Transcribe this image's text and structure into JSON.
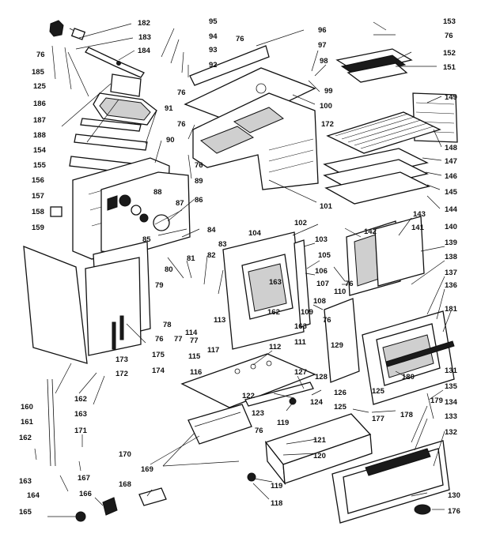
{
  "diagram": {
    "type": "exploded-parts-view",
    "callouts": [
      {
        "id": "c182",
        "label": "182"
      },
      {
        "id": "c183",
        "label": "183"
      },
      {
        "id": "c184",
        "label": "184"
      },
      {
        "id": "c76a",
        "label": "76"
      },
      {
        "id": "c185",
        "label": "185"
      },
      {
        "id": "c125a",
        "label": "125"
      },
      {
        "id": "c186",
        "label": "186"
      },
      {
        "id": "c187",
        "label": "187"
      },
      {
        "id": "c188",
        "label": "188"
      },
      {
        "id": "c154",
        "label": "154"
      },
      {
        "id": "c155",
        "label": "155"
      },
      {
        "id": "c156",
        "label": "156"
      },
      {
        "id": "c157",
        "label": "157"
      },
      {
        "id": "c158",
        "label": "158"
      },
      {
        "id": "c159",
        "label": "159"
      },
      {
        "id": "c95",
        "label": "95"
      },
      {
        "id": "c94",
        "label": "94"
      },
      {
        "id": "c93",
        "label": "93"
      },
      {
        "id": "c92",
        "label": "92"
      },
      {
        "id": "c76b",
        "label": "76"
      },
      {
        "id": "c96",
        "label": "96"
      },
      {
        "id": "c97",
        "label": "97"
      },
      {
        "id": "c98",
        "label": "98"
      },
      {
        "id": "c99",
        "label": "99"
      },
      {
        "id": "c100",
        "label": "100"
      },
      {
        "id": "c172a",
        "label": "172"
      },
      {
        "id": "c91",
        "label": "91"
      },
      {
        "id": "c76c",
        "label": "76"
      },
      {
        "id": "c76d",
        "label": "76"
      },
      {
        "id": "c90",
        "label": "90"
      },
      {
        "id": "c76e",
        "label": "76"
      },
      {
        "id": "c89",
        "label": "89"
      },
      {
        "id": "c88",
        "label": "88"
      },
      {
        "id": "c87",
        "label": "87"
      },
      {
        "id": "c86",
        "label": "86"
      },
      {
        "id": "c85",
        "label": "85"
      },
      {
        "id": "c84",
        "label": "84"
      },
      {
        "id": "c101",
        "label": "101"
      },
      {
        "id": "c153",
        "label": "153"
      },
      {
        "id": "c76f",
        "label": "76"
      },
      {
        "id": "c152",
        "label": "152"
      },
      {
        "id": "c151",
        "label": "151"
      },
      {
        "id": "c149",
        "label": "149"
      },
      {
        "id": "c148",
        "label": "148"
      },
      {
        "id": "c147",
        "label": "147"
      },
      {
        "id": "c146",
        "label": "146"
      },
      {
        "id": "c145",
        "label": "145"
      },
      {
        "id": "c144",
        "label": "144"
      },
      {
        "id": "c143",
        "label": "143"
      },
      {
        "id": "c142",
        "label": "142"
      },
      {
        "id": "c141",
        "label": "141"
      },
      {
        "id": "c140",
        "label": "140"
      },
      {
        "id": "c139",
        "label": "139"
      },
      {
        "id": "c138",
        "label": "138"
      },
      {
        "id": "c137",
        "label": "137"
      },
      {
        "id": "c136",
        "label": "136"
      },
      {
        "id": "c181",
        "label": "181"
      },
      {
        "id": "c102",
        "label": "102"
      },
      {
        "id": "c104",
        "label": "104"
      },
      {
        "id": "c103",
        "label": "103"
      },
      {
        "id": "c105",
        "label": "105"
      },
      {
        "id": "c106",
        "label": "106"
      },
      {
        "id": "c163a",
        "label": "163"
      },
      {
        "id": "c107",
        "label": "107"
      },
      {
        "id": "c108",
        "label": "108"
      },
      {
        "id": "c110",
        "label": "110"
      },
      {
        "id": "c109",
        "label": "109"
      },
      {
        "id": "c76g",
        "label": "76"
      },
      {
        "id": "c76h",
        "label": "76"
      },
      {
        "id": "c162a",
        "label": "162"
      },
      {
        "id": "c163b",
        "label": "163"
      },
      {
        "id": "c111",
        "label": "111"
      },
      {
        "id": "c129",
        "label": "129"
      },
      {
        "id": "c83",
        "label": "83"
      },
      {
        "id": "c82",
        "label": "82"
      },
      {
        "id": "c81",
        "label": "81"
      },
      {
        "id": "c80",
        "label": "80"
      },
      {
        "id": "c79",
        "label": "79"
      },
      {
        "id": "c78",
        "label": "78"
      },
      {
        "id": "c77a",
        "label": "77"
      },
      {
        "id": "c76i",
        "label": "76"
      },
      {
        "id": "c113a",
        "label": "113"
      },
      {
        "id": "c114",
        "label": "114"
      },
      {
        "id": "c117",
        "label": "117"
      },
      {
        "id": "c115",
        "label": "115"
      },
      {
        "id": "c116",
        "label": "116"
      },
      {
        "id": "c77b",
        "label": "77"
      },
      {
        "id": "c175",
        "label": "175"
      },
      {
        "id": "c174",
        "label": "174"
      },
      {
        "id": "c173",
        "label": "173"
      },
      {
        "id": "c172b",
        "label": "172"
      },
      {
        "id": "c160",
        "label": "160"
      },
      {
        "id": "c162b",
        "label": "162"
      },
      {
        "id": "c163c",
        "label": "163"
      },
      {
        "id": "c161",
        "label": "161"
      },
      {
        "id": "c162c",
        "label": "162"
      },
      {
        "id": "c163d",
        "label": "163"
      },
      {
        "id": "c171",
        "label": "171"
      },
      {
        "id": "c164",
        "label": "164"
      },
      {
        "id": "c167",
        "label": "167"
      },
      {
        "id": "c166",
        "label": "166"
      },
      {
        "id": "c165",
        "label": "165"
      },
      {
        "id": "c112",
        "label": "112"
      },
      {
        "id": "c127",
        "label": "127"
      },
      {
        "id": "c128",
        "label": "128"
      },
      {
        "id": "c126",
        "label": "126"
      },
      {
        "id": "c125b",
        "label": "125"
      },
      {
        "id": "c122",
        "label": "122"
      },
      {
        "id": "c124",
        "label": "124"
      },
      {
        "id": "c123",
        "label": "123"
      },
      {
        "id": "c119a",
        "label": "119"
      },
      {
        "id": "c125c",
        "label": "125"
      },
      {
        "id": "c177",
        "label": "177"
      },
      {
        "id": "c178",
        "label": "178"
      },
      {
        "id": "c179",
        "label": "179"
      },
      {
        "id": "c180",
        "label": "180"
      },
      {
        "id": "c131",
        "label": "131"
      },
      {
        "id": "c135",
        "label": "135"
      },
      {
        "id": "c134",
        "label": "134"
      },
      {
        "id": "c133",
        "label": "133"
      },
      {
        "id": "c132",
        "label": "132"
      },
      {
        "id": "c170",
        "label": "170"
      },
      {
        "id": "c169",
        "label": "169"
      },
      {
        "id": "c76j",
        "label": "76"
      },
      {
        "id": "c121",
        "label": "121"
      },
      {
        "id": "c120",
        "label": "120"
      },
      {
        "id": "c168",
        "label": "168"
      },
      {
        "id": "c119b",
        "label": "119"
      },
      {
        "id": "c118",
        "label": "118"
      },
      {
        "id": "c130",
        "label": "130"
      },
      {
        "id": "c176",
        "label": "176"
      }
    ]
  }
}
